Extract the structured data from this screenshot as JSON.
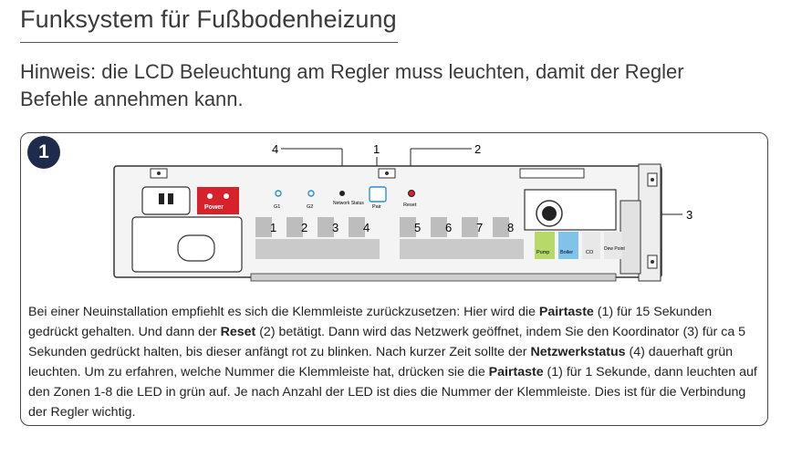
{
  "title": "Funksystem für Fußbodenheizung",
  "note": "Hinweis: die LCD Beleuchtung am Regler muss leuchten, damit der Regler Befehle annehmen kann.",
  "step_number": "1",
  "diagram": {
    "callouts": [
      "4",
      "1",
      "2",
      "3"
    ],
    "leds": [
      "G1",
      "G2",
      "Network Status",
      "Pair",
      "Reset"
    ],
    "power_label": "Power",
    "zones": [
      "1",
      "2",
      "3",
      "4",
      "5",
      "6",
      "7",
      "8"
    ],
    "right_labels": [
      "Pump",
      "Boiler",
      "CO",
      "Dew Point"
    ]
  },
  "body": {
    "s1": "Bei einer Neuinstallation empfiehlt es sich die Klemmleiste zurückzusetzen: Hier wird die ",
    "b1": "Pairtaste",
    "s2": " (1) für 15 Sekunden gedrückt gehalten. Und dann der ",
    "b2": "Reset",
    "s3": " (2) betätigt. Dann wird das Netzwerk geöffnet, indem Sie den Koordinator (3) für ca 5 Sekunden gedrückt halten, bis dieser anfängt rot zu blinken. Nach kurzer Zeit sollte der ",
    "b3": "Netzwerkstatus",
    "s4": " (4) dauerhaft grün leuchten.  Um zu erfahren, welche Nummer die Klemmleiste hat, drücken sie die ",
    "b4": "Pairtaste",
    "s5": " (1)  für 1 Sekunde, dann leuchten auf den Zonen 1-8 die LED in grün auf. Je nach Anzahl der LED ist dies die Nummer der Klemmleiste. Dies ist für die Verbindung der Regler wichtig."
  },
  "colors": {
    "power_red": "#d7222b",
    "zone_gray": "#bdbdbd",
    "pump_green": "#b6d96a",
    "boiler_blue": "#7fc3ea",
    "led_blue": "#2a8fd0"
  }
}
